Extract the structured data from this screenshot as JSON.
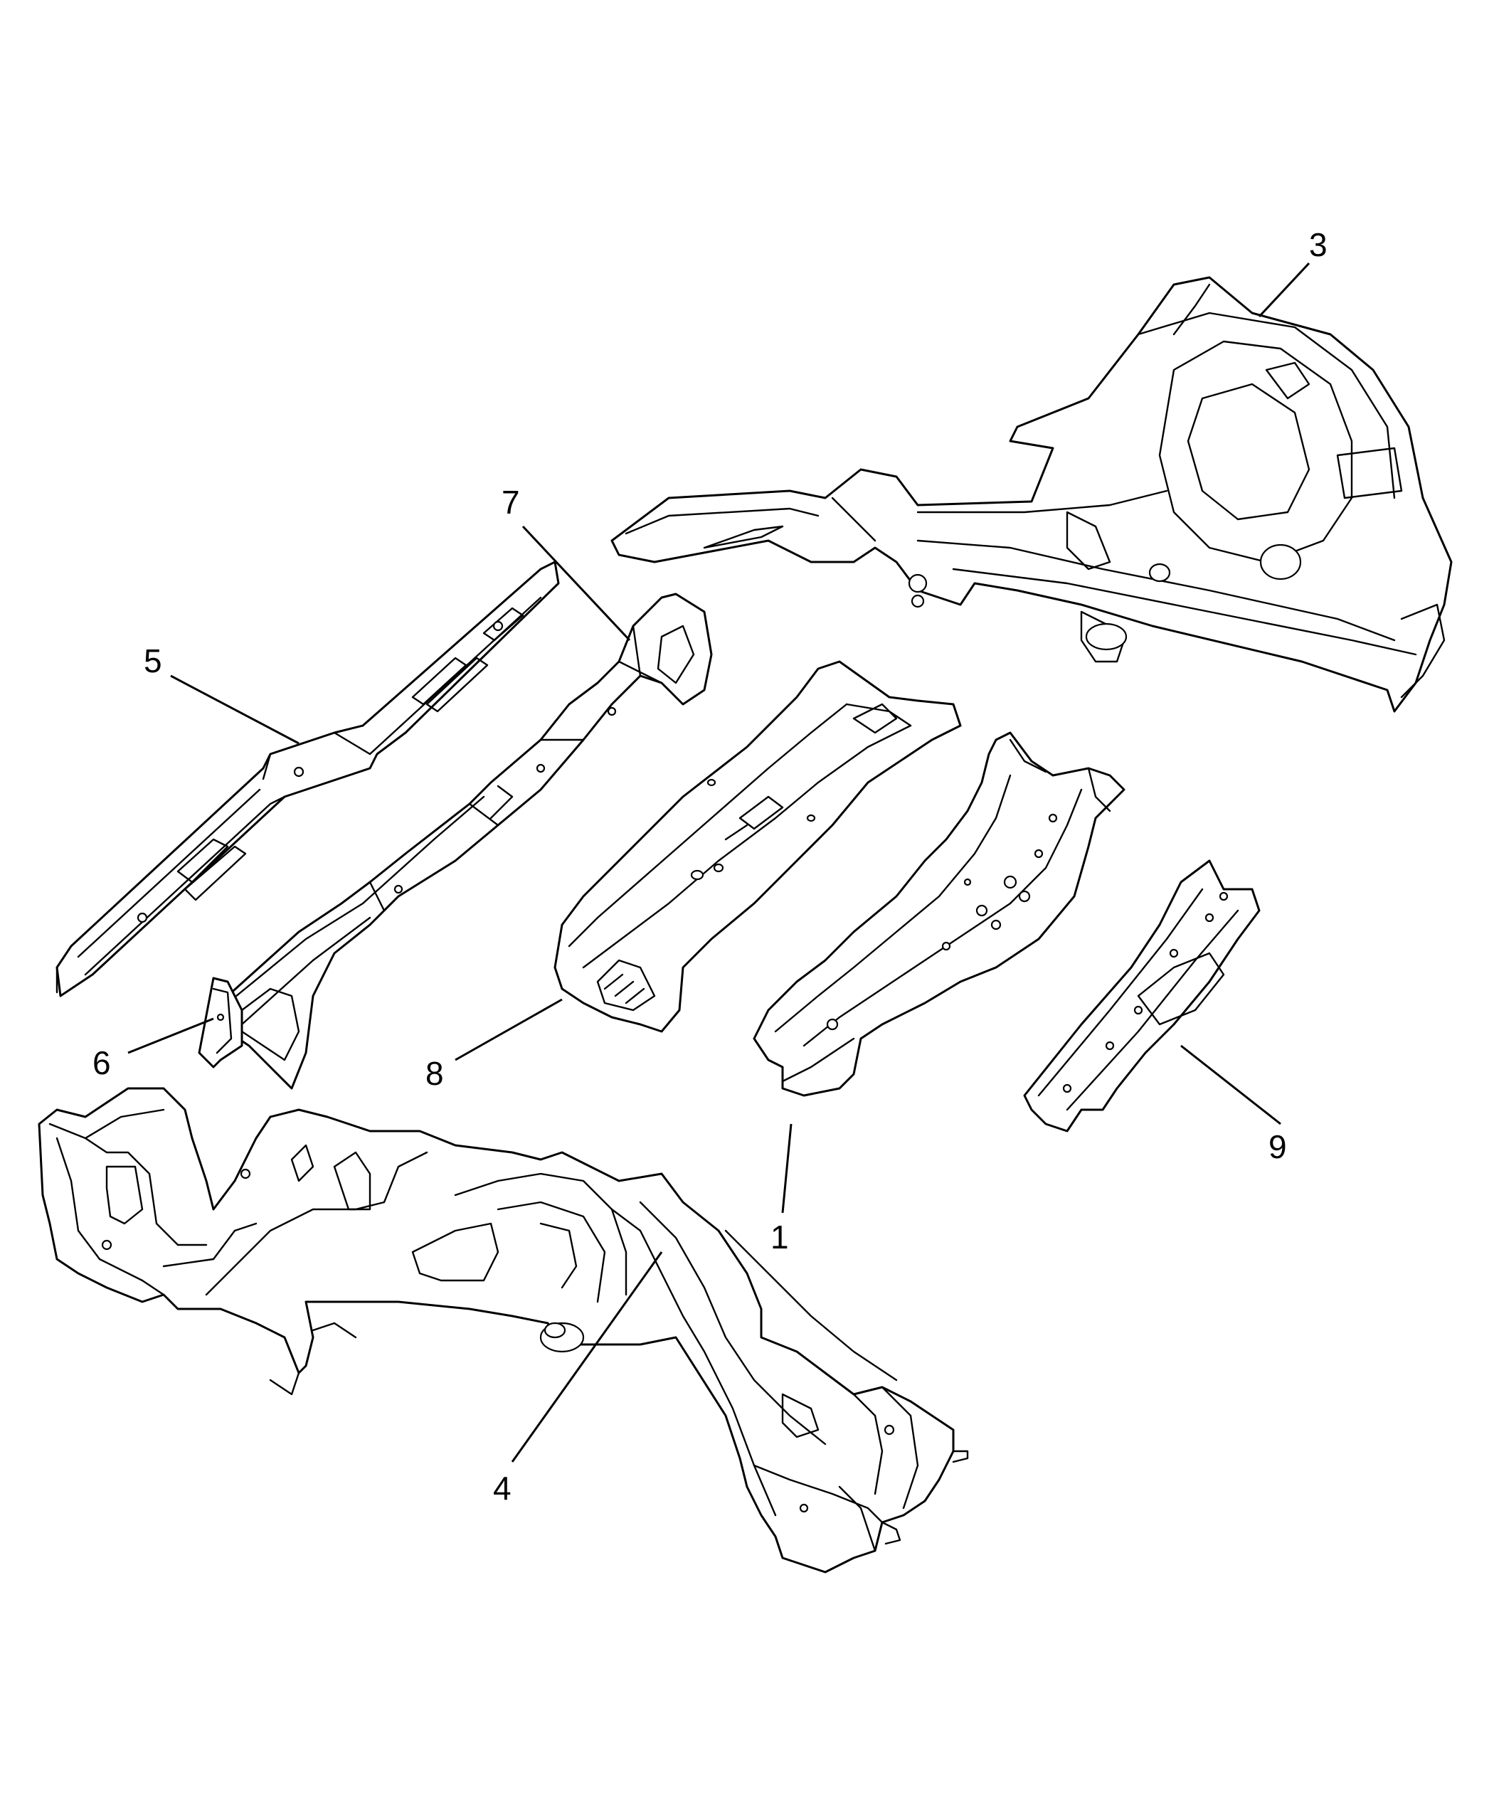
{
  "callouts": {
    "c1": "1",
    "c3": "3",
    "c4": "4",
    "c5": "5",
    "c6": "6",
    "c7": "7",
    "c8": "8",
    "c9": "9"
  },
  "colors": {
    "line": "#000000",
    "background": "#ffffff"
  }
}
